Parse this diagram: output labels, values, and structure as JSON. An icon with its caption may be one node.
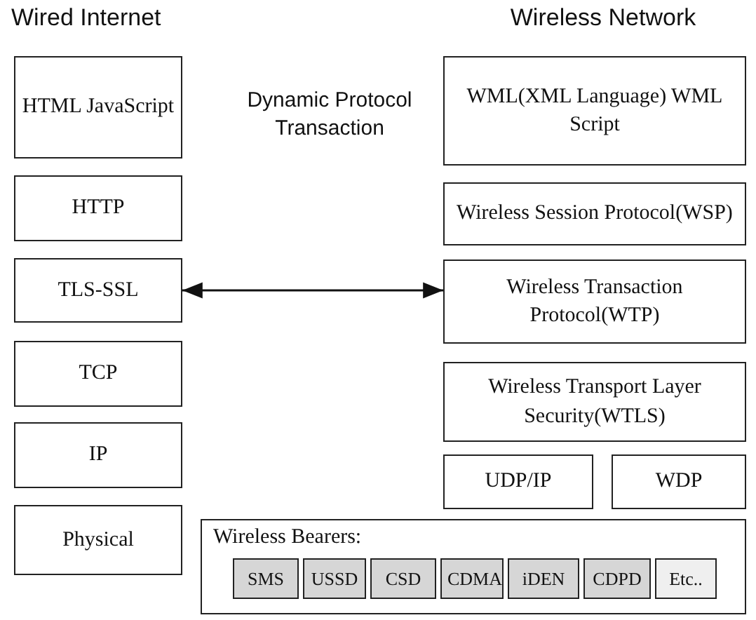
{
  "diagram": {
    "nodes": [
      {
        "text": [
          "HTML JavaScript"
        ]
      },
      {
        "text": [
          "HTTP"
        ]
      },
      {
        "text": [
          "TLS-SSL"
        ]
      },
      {
        "text": [
          "TCP"
        ]
      },
      {
        "text": [
          "IP"
        ]
      },
      {
        "text": [
          "Physical"
        ]
      },
      {
        "text": [
          "WML(XML Language) WML Script"
        ]
      },
      {
        "text": [
          "Wireless Session Protocol(WSP)"
        ]
      },
      {
        "text": [
          "Wireless Transaction Protocol(WTP)"
        ]
      },
      {
        "text": [
          "Wireless Transport Layer Security(WTLS)"
        ]
      },
      {
        "text": [
          "UDP/IP"
        ]
      },
      {
        "text": [
          "WDP"
        ]
      },
      {
        "text": [
          "Wireless Bearers:"
        ]
      },
      {
        "text": [
          "SMS"
        ],
        "in": 12
      },
      {
        "text": [
          "USSD"
        ],
        "in": 12
      },
      {
        "text": [
          "CSD"
        ],
        "in": 12
      },
      {
        "text": [
          "CDMA"
        ],
        "in": 12
      },
      {
        "text": [
          "iDEN"
        ],
        "in": 12
      },
      {
        "text": [
          "CDPD"
        ],
        "in": 12
      },
      {
        "text": [
          "Etc.."
        ],
        "in": 12
      }
    ],
    "edges": [
      {
        "from": 2,
        "to": 8,
        "arrow": "both"
      }
    ],
    "labels": [
      "Wired Internet",
      "Wireless Network",
      "Dynamic Protocol Transaction"
    ]
  }
}
